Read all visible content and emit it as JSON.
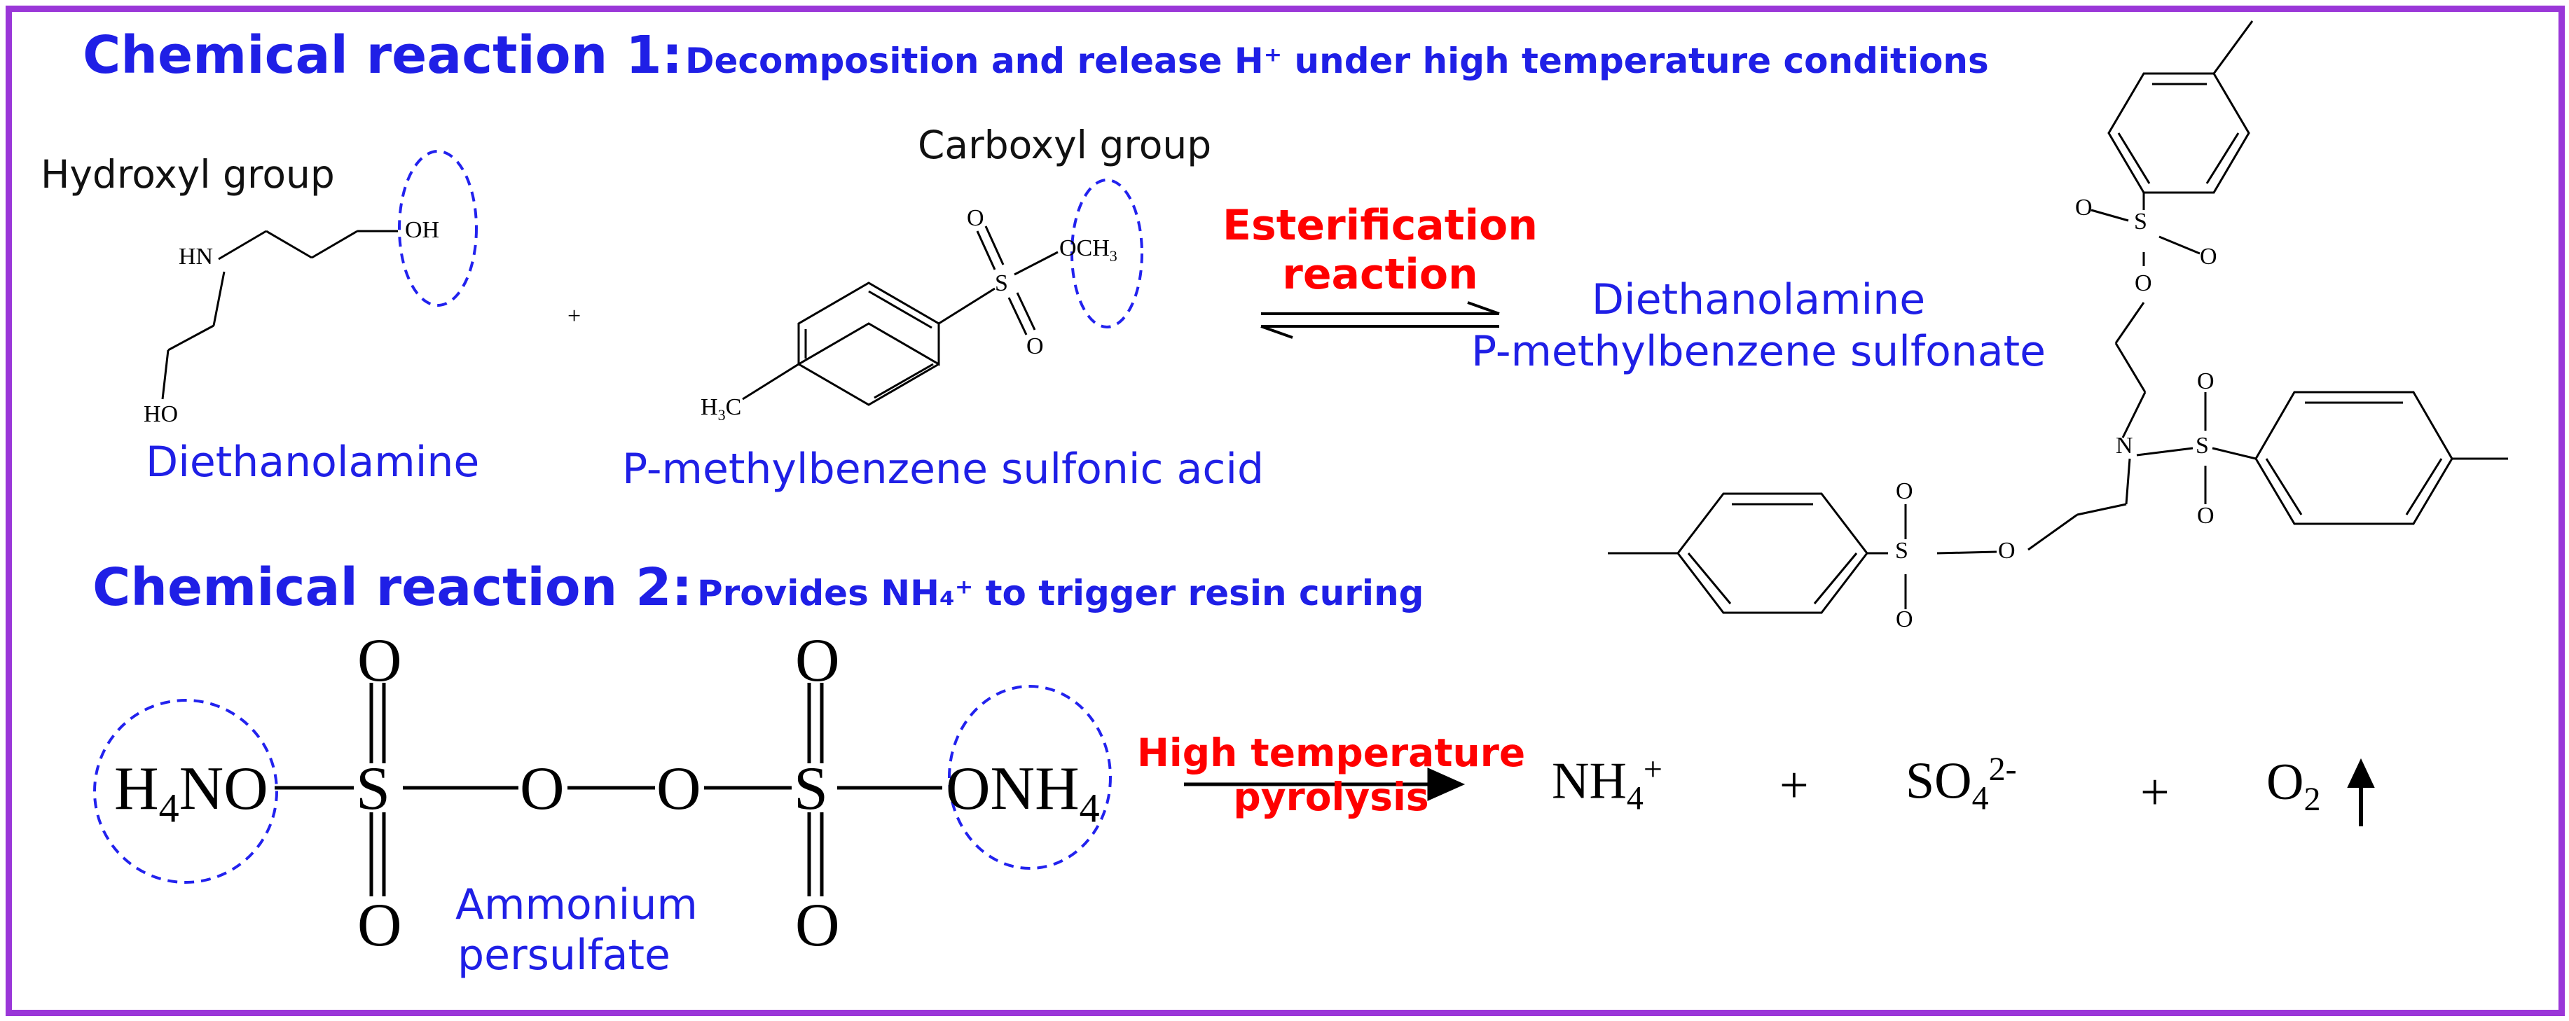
{
  "reaction1": {
    "title": "Chemical reaction 1",
    "colon": ":",
    "subtitle": "Decomposition and release H⁺ under high temperature conditions",
    "hydroxyl_label": "Hydroxyl group",
    "carboxyl_label": "Carboxyl group",
    "diethanolamine_name": "Diethanolamine",
    "acid_name": "P-methylbenzene sulfonic acid",
    "arrow_label_line1": "Esterification",
    "arrow_label_line2": "reaction",
    "product_line1": "Diethanolamine",
    "product_line2": "P-methylbenzene sulfonate",
    "plus": "+",
    "atoms": {
      "HN": "HN",
      "OH": "OH",
      "HO": "HO",
      "OCH3": "OCH",
      "OCH3_sub": "3",
      "S": "S",
      "O": "O",
      "H3C": "H",
      "H3C_sub": "3",
      "H3C_tail": "C",
      "N": "N"
    }
  },
  "reaction2": {
    "title": "Chemical reaction 2",
    "colon": ":",
    "subtitle": "Provides NH₄⁺ to trigger resin curing",
    "left_group": "H",
    "left_group_sub": "4",
    "left_group_tail": "NO",
    "right_group": "ONH",
    "right_group_sub": "4",
    "S": "S",
    "O": "O",
    "name_line1": "Ammonium",
    "name_line2": "persulfate",
    "arrow_label_line1": "High temperature",
    "arrow_label_line2": "pyrolysis",
    "products": {
      "p1": "NH",
      "p1_sub": "4",
      "p1_sup": "+",
      "plus": "+",
      "p2": "SO",
      "p2_sub": "4",
      "p2_sup": "2-",
      "p3": "O",
      "p3_sub": "2"
    }
  },
  "colors": {
    "frame": "#9a37d8",
    "heading_blue": "#1f1fe6",
    "highlight_red": "#ff0000",
    "dashed_circle": "#2222ee"
  }
}
